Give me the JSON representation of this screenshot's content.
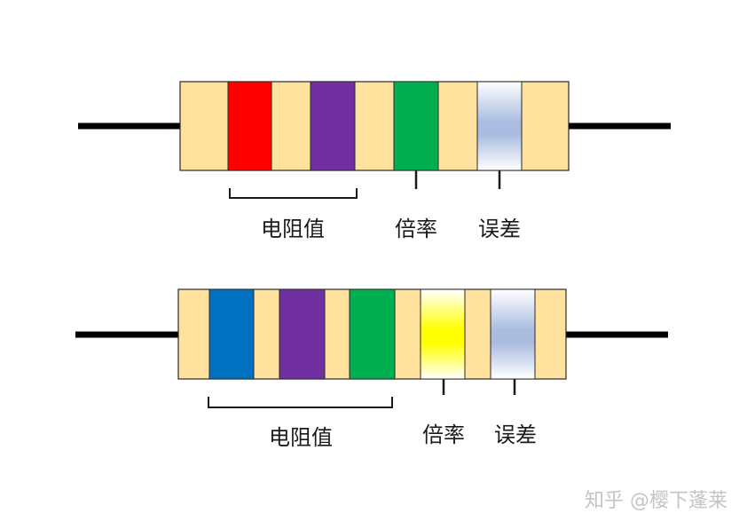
{
  "colors": {
    "body": "#FEE29E",
    "outline": "#2a2a2a",
    "lead": "#000000",
    "label_text": "#1a1a1a",
    "watermark": "#c4c4c4"
  },
  "resistors": [
    {
      "bands": [
        {
          "role": "digit",
          "color": "#FF0000",
          "gradient": false
        },
        {
          "role": "digit",
          "color": "#7030A0",
          "gradient": false
        },
        {
          "role": "multiplier",
          "color": "#00B050",
          "gradient": false
        },
        {
          "role": "tolerance",
          "color": "#AABDE0",
          "gradient": true
        }
      ],
      "labels": {
        "value": "电阻值",
        "multiplier": "倍率",
        "tolerance": "误差"
      }
    },
    {
      "bands": [
        {
          "role": "digit",
          "color": "#0070C0",
          "gradient": false
        },
        {
          "role": "digit",
          "color": "#7030A0",
          "gradient": false
        },
        {
          "role": "digit",
          "color": "#00B050",
          "gradient": false
        },
        {
          "role": "multiplier",
          "color": "#FFFF00",
          "gradient": true
        },
        {
          "role": "tolerance",
          "color": "#AABDE0",
          "gradient": true
        }
      ],
      "labels": {
        "value": "电阻值",
        "multiplier": "倍率",
        "tolerance": "误差"
      }
    }
  ],
  "watermark": "知乎 @樱下蓬莱"
}
